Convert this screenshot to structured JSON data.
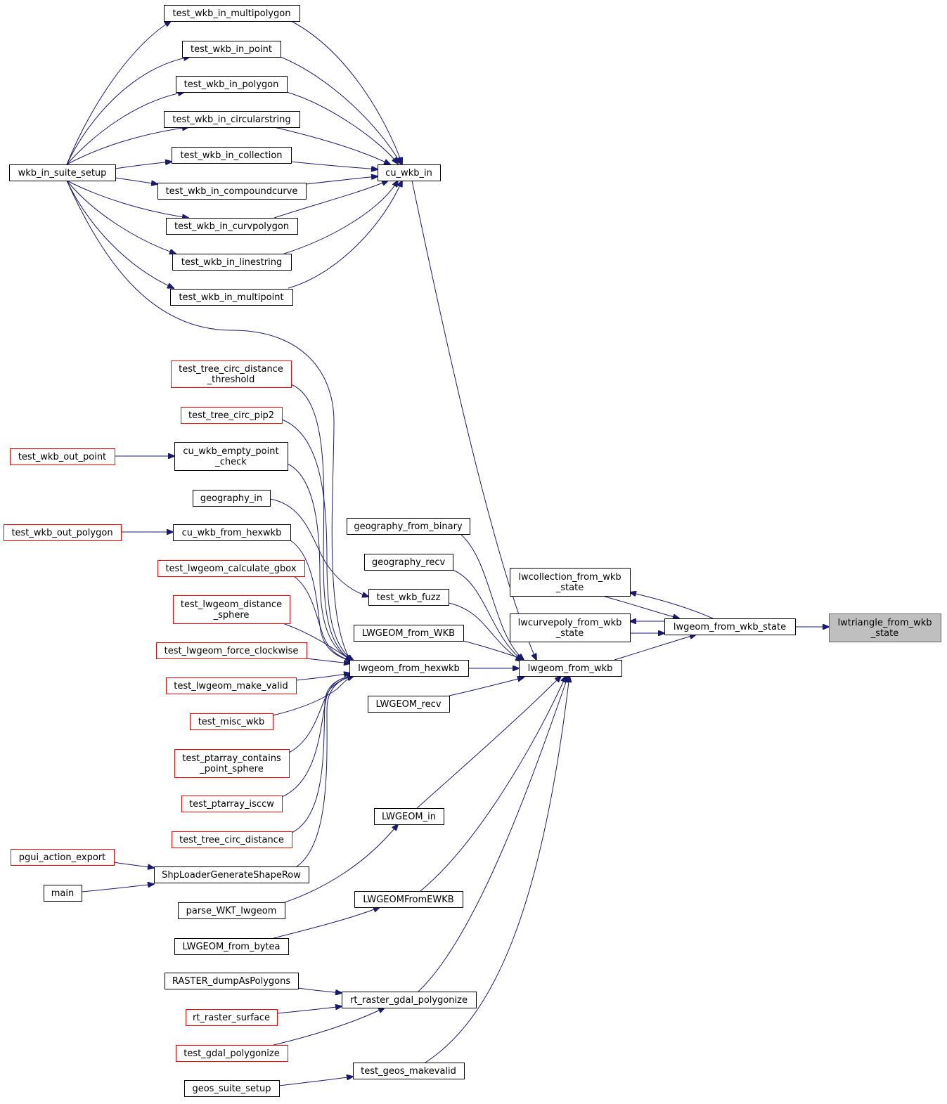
{
  "nodes": [
    {
      "id": "n_mp",
      "label": "test_wkb_in_multipolygon",
      "style": "normal"
    },
    {
      "id": "n_pt",
      "label": "test_wkb_in_point",
      "style": "normal"
    },
    {
      "id": "n_pg",
      "label": "test_wkb_in_polygon",
      "style": "normal"
    },
    {
      "id": "n_cs",
      "label": "test_wkb_in_circularstring",
      "style": "normal"
    },
    {
      "id": "n_col",
      "label": "test_wkb_in_collection",
      "style": "normal"
    },
    {
      "id": "n_cc",
      "label": "test_wkb_in_compoundcurve",
      "style": "normal"
    },
    {
      "id": "n_cp",
      "label": "test_wkb_in_curvpolygon",
      "style": "normal"
    },
    {
      "id": "n_ls",
      "label": "test_wkb_in_linestring",
      "style": "normal"
    },
    {
      "id": "n_mpt",
      "label": "test_wkb_in_multipoint",
      "style": "normal"
    },
    {
      "id": "n_suite",
      "label": "wkb_in_suite_setup",
      "style": "normal"
    },
    {
      "id": "n_cuwkbin",
      "label": "cu_wkb_in",
      "style": "normal"
    },
    {
      "id": "n_tcdt",
      "label": [
        "test_tree_circ_distance",
        "_threshold"
      ],
      "style": "red"
    },
    {
      "id": "n_pip2",
      "label": "test_tree_circ_pip2",
      "style": "red"
    },
    {
      "id": "n_outpoint",
      "label": "test_wkb_out_point",
      "style": "red"
    },
    {
      "id": "n_emptypt",
      "label": [
        "cu_wkb_empty_point",
        "_check"
      ],
      "style": "normal"
    },
    {
      "id": "n_geoin",
      "label": "geography_in",
      "style": "normal"
    },
    {
      "id": "n_outpoly",
      "label": "test_wkb_out_polygon",
      "style": "red"
    },
    {
      "id": "n_fromhex",
      "label": "cu_wkb_from_hexwkb",
      "style": "normal"
    },
    {
      "id": "n_gbox",
      "label": "test_lwgeom_calculate_gbox",
      "style": "red"
    },
    {
      "id": "n_dsph",
      "label": [
        "test_lwgeom_distance",
        "_sphere"
      ],
      "style": "red"
    },
    {
      "id": "n_fcw",
      "label": "test_lwgeom_force_clockwise",
      "style": "red"
    },
    {
      "id": "n_mkvalid",
      "label": "test_lwgeom_make_valid",
      "style": "red"
    },
    {
      "id": "n_misc",
      "label": "test_misc_wkb",
      "style": "red"
    },
    {
      "id": "n_pacs",
      "label": [
        "test_ptarray_contains",
        "_point_sphere"
      ],
      "style": "red"
    },
    {
      "id": "n_isccw",
      "label": "test_ptarray_isccw",
      "style": "red"
    },
    {
      "id": "n_tcd",
      "label": "test_tree_circ_distance",
      "style": "red"
    },
    {
      "id": "n_pgui",
      "label": "pgui_action_export",
      "style": "red"
    },
    {
      "id": "n_main",
      "label": "main",
      "style": "normal"
    },
    {
      "id": "n_shp",
      "label": "ShpLoaderGenerateShapeRow",
      "style": "normal"
    },
    {
      "id": "n_pwkt",
      "label": "parse_WKT_lwgeom",
      "style": "normal"
    },
    {
      "id": "n_bytea",
      "label": "LWGEOM_from_bytea",
      "style": "normal"
    },
    {
      "id": "n_rdump",
      "label": "RASTER_dumpAsPolygons",
      "style": "normal"
    },
    {
      "id": "n_rsurf",
      "label": "rt_raster_surface",
      "style": "red"
    },
    {
      "id": "n_tgdal",
      "label": "test_gdal_polygonize",
      "style": "red"
    },
    {
      "id": "n_geossetup",
      "label": "geos_suite_setup",
      "style": "normal"
    },
    {
      "id": "n_geobin",
      "label": "geography_from_binary",
      "style": "normal"
    },
    {
      "id": "n_georecv",
      "label": "geography_recv",
      "style": "normal"
    },
    {
      "id": "n_fuzz",
      "label": "test_wkb_fuzz",
      "style": "normal"
    },
    {
      "id": "n_lwfwkb",
      "label": "LWGEOM_from_WKB",
      "style": "normal"
    },
    {
      "id": "n_lwhex",
      "label": "lwgeom_from_hexwkb",
      "style": "normal"
    },
    {
      "id": "n_lwrecv",
      "label": "LWGEOM_recv",
      "style": "normal"
    },
    {
      "id": "n_lwin",
      "label": "LWGEOM_in",
      "style": "normal"
    },
    {
      "id": "n_ewkb",
      "label": "LWGEOMFromEWKB",
      "style": "normal"
    },
    {
      "id": "n_rtgdal",
      "label": "rt_raster_gdal_polygonize",
      "style": "normal"
    },
    {
      "id": "n_gmv",
      "label": "test_geos_makevalid",
      "style": "normal"
    },
    {
      "id": "n_lwcoll",
      "label": [
        "lwcollection_from_wkb",
        "_state"
      ],
      "style": "normal"
    },
    {
      "id": "n_lwcurve",
      "label": [
        "lwcurvepoly_from_wkb",
        "_state"
      ],
      "style": "normal"
    },
    {
      "id": "n_lwfwkb2",
      "label": "lwgeom_from_wkb",
      "style": "normal"
    },
    {
      "id": "n_lwstate",
      "label": "lwgeom_from_wkb_state",
      "style": "normal"
    },
    {
      "id": "n_root",
      "label": [
        "lwtriangle_from_wkb",
        "_state"
      ],
      "style": "root"
    }
  ],
  "edges": [
    {
      "from": "n_suite",
      "to": "n_mp"
    },
    {
      "from": "n_suite",
      "to": "n_pt"
    },
    {
      "from": "n_suite",
      "to": "n_pg"
    },
    {
      "from": "n_suite",
      "to": "n_cs"
    },
    {
      "from": "n_suite",
      "to": "n_col"
    },
    {
      "from": "n_suite",
      "to": "n_cc"
    },
    {
      "from": "n_suite",
      "to": "n_cp"
    },
    {
      "from": "n_suite",
      "to": "n_ls"
    },
    {
      "from": "n_suite",
      "to": "n_mpt"
    },
    {
      "from": "n_suite",
      "to": "n_lwhex"
    },
    {
      "from": "n_mp",
      "to": "n_cuwkbin"
    },
    {
      "from": "n_pt",
      "to": "n_cuwkbin"
    },
    {
      "from": "n_pg",
      "to": "n_cuwkbin"
    },
    {
      "from": "n_cs",
      "to": "n_cuwkbin"
    },
    {
      "from": "n_col",
      "to": "n_cuwkbin"
    },
    {
      "from": "n_cc",
      "to": "n_cuwkbin"
    },
    {
      "from": "n_cp",
      "to": "n_cuwkbin"
    },
    {
      "from": "n_ls",
      "to": "n_cuwkbin"
    },
    {
      "from": "n_mpt",
      "to": "n_cuwkbin"
    },
    {
      "from": "n_cuwkbin",
      "to": "n_lwfwkb2"
    },
    {
      "from": "n_tcdt",
      "to": "n_lwhex"
    },
    {
      "from": "n_pip2",
      "to": "n_lwhex"
    },
    {
      "from": "n_outpoint",
      "to": "n_emptypt"
    },
    {
      "from": "n_emptypt",
      "to": "n_lwhex"
    },
    {
      "from": "n_geoin",
      "to": "n_fuzz"
    },
    {
      "from": "n_outpoly",
      "to": "n_fromhex"
    },
    {
      "from": "n_fromhex",
      "to": "n_lwhex"
    },
    {
      "from": "n_gbox",
      "to": "n_lwhex"
    },
    {
      "from": "n_dsph",
      "to": "n_lwhex"
    },
    {
      "from": "n_fcw",
      "to": "n_lwhex"
    },
    {
      "from": "n_mkvalid",
      "to": "n_lwhex"
    },
    {
      "from": "n_misc",
      "to": "n_lwhex"
    },
    {
      "from": "n_pacs",
      "to": "n_lwhex"
    },
    {
      "from": "n_isccw",
      "to": "n_lwhex"
    },
    {
      "from": "n_tcd",
      "to": "n_lwhex"
    },
    {
      "from": "n_pgui",
      "to": "n_shp"
    },
    {
      "from": "n_main",
      "to": "n_shp"
    },
    {
      "from": "n_shp",
      "to": "n_lwhex"
    },
    {
      "from": "n_pwkt",
      "to": "n_lwin"
    },
    {
      "from": "n_bytea",
      "to": "n_ewkb"
    },
    {
      "from": "n_rdump",
      "to": "n_rtgdal"
    },
    {
      "from": "n_rsurf",
      "to": "n_rtgdal"
    },
    {
      "from": "n_tgdal",
      "to": "n_rtgdal"
    },
    {
      "from": "n_geossetup",
      "to": "n_gmv"
    },
    {
      "from": "n_geobin",
      "to": "n_lwfwkb2"
    },
    {
      "from": "n_georecv",
      "to": "n_lwfwkb2"
    },
    {
      "from": "n_fuzz",
      "to": "n_lwfwkb2"
    },
    {
      "from": "n_lwfwkb",
      "to": "n_lwfwkb2"
    },
    {
      "from": "n_lwhex",
      "to": "n_lwfwkb2"
    },
    {
      "from": "n_lwrecv",
      "to": "n_lwfwkb2"
    },
    {
      "from": "n_lwin",
      "to": "n_lwfwkb2"
    },
    {
      "from": "n_ewkb",
      "to": "n_lwfwkb2"
    },
    {
      "from": "n_rtgdal",
      "to": "n_lwfwkb2"
    },
    {
      "from": "n_gmv",
      "to": "n_lwfwkb2"
    },
    {
      "from": "n_lwfwkb2",
      "to": "n_lwstate"
    },
    {
      "from": "n_lwcoll",
      "to": "n_lwstate"
    },
    {
      "from": "n_lwstate",
      "to": "n_lwcoll"
    },
    {
      "from": "n_lwcurve",
      "to": "n_lwstate"
    },
    {
      "from": "n_lwstate",
      "to": "n_lwcurve"
    },
    {
      "from": "n_lwstate",
      "to": "n_root"
    }
  ]
}
